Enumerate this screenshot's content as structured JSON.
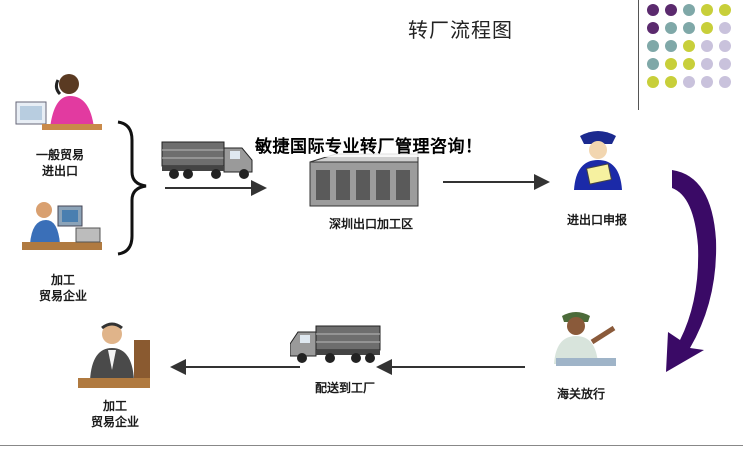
{
  "title": "转厂流程图",
  "banner": "敏捷国际专业转厂管理咨询！",
  "labels": {
    "general_trade": [
      "一般贸易",
      "进出口"
    ],
    "processing_trade_left": [
      "加工",
      "贸易企业"
    ],
    "shenzhen_zone": "深圳出口加工区",
    "declaration": "进出口申报",
    "customs_release": "海关放行",
    "delivery": "配送到工厂",
    "processing_trade_bottom": [
      "加工",
      "贸易企业"
    ]
  },
  "colors": {
    "dot_purple": "#5b2a6e",
    "dot_teal": "#7fa8a8",
    "dot_olive": "#c8cf3a",
    "dot_lavender": "#c9c2dc",
    "curved_arrow": "#3a0a66",
    "arrow": "#333333"
  },
  "icons": [
    "telephone-person-icon",
    "computer-worker-icon",
    "truck-icon",
    "factory-icon",
    "police-officer-icon",
    "customs-officer-icon",
    "phone-businessman-icon"
  ]
}
